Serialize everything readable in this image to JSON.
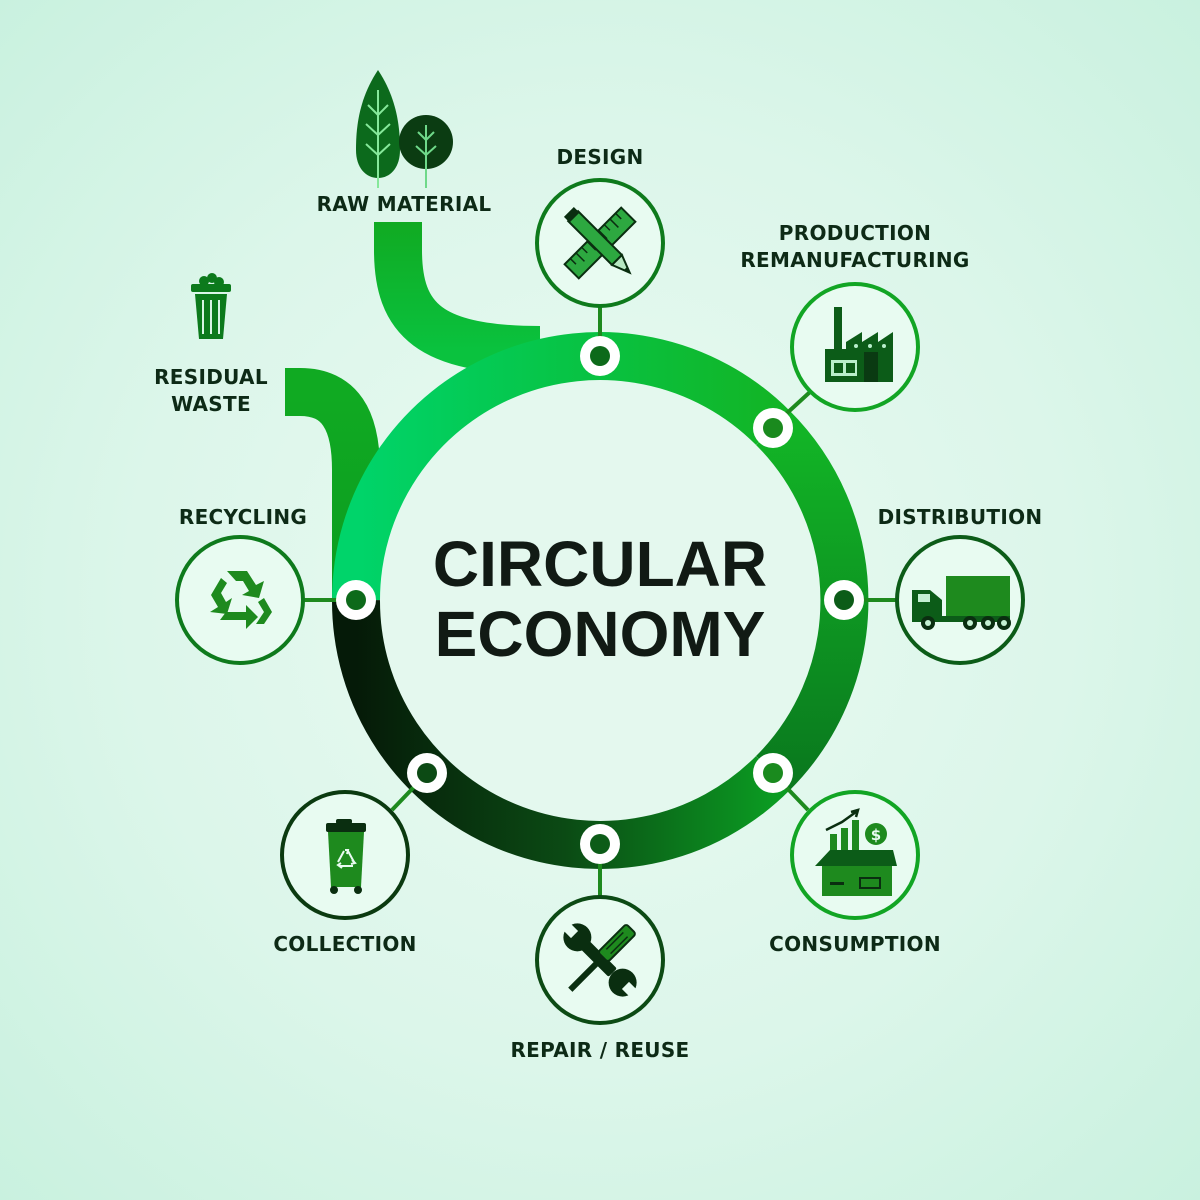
{
  "title": {
    "line1": "CIRCULAR",
    "line2": "ECONOMY"
  },
  "stages": [
    {
      "id": "raw-material",
      "label": "RAW MATERIAL",
      "icon": "trees-icon"
    },
    {
      "id": "design",
      "label": "DESIGN",
      "icon": "pencil-ruler-icon"
    },
    {
      "id": "production",
      "label_line1": "PRODUCTION",
      "label_line2": "REMANUFACTURING",
      "icon": "factory-icon"
    },
    {
      "id": "distribution",
      "label": "DISTRIBUTION",
      "icon": "truck-icon"
    },
    {
      "id": "consumption",
      "label": "CONSUMPTION",
      "icon": "shopping-box-icon"
    },
    {
      "id": "repair-reuse",
      "label": "REPAIR / REUSE",
      "icon": "wrench-screwdriver-icon"
    },
    {
      "id": "collection",
      "label": "COLLECTION",
      "icon": "recycle-bin-icon"
    },
    {
      "id": "recycling",
      "label": "RECYCLING",
      "icon": "recycle-icon"
    },
    {
      "id": "residual-waste",
      "label_line1": "RESIDUAL",
      "label_line2": "WASTE",
      "icon": "trash-can-icon"
    }
  ],
  "colors": {
    "accent_light": "#00d46a",
    "accent": "#12b526",
    "accent_mid": "#0a8a22",
    "accent_dark": "#0c5c18",
    "accent_darkest": "#061a08",
    "icon_green": "#1e8a1e",
    "background": "#e1f8ee"
  }
}
